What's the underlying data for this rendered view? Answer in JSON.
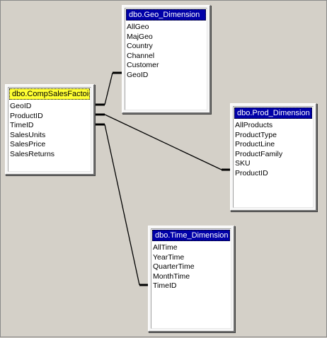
{
  "tables": {
    "fact": {
      "name": "dbo.CompSalesFactoid",
      "fields": [
        "GeoID",
        "ProductID",
        "TimeID",
        "SalesUnits",
        "SalesPrice",
        "SalesReturns"
      ]
    },
    "geo": {
      "name": "dbo.Geo_Dimension",
      "fields": [
        "AllGeo",
        "MajGeo",
        "Country",
        "Channel",
        "Customer",
        "GeoID"
      ]
    },
    "prod": {
      "name": "dbo.Prod_Dimension",
      "fields": [
        "AllProducts",
        "ProductType",
        "ProductLine",
        "ProductFamily",
        "SKU",
        "ProductID"
      ]
    },
    "time": {
      "name": "dbo.Time_Dimension",
      "fields": [
        "AllTime",
        "YearTime",
        "QuarterTime",
        "MonthTime",
        "TimeID"
      ]
    }
  },
  "colors": {
    "background": "#d4d0c8",
    "title_bar": "#0000a8",
    "fact_title_bar": "#ffff33",
    "link": "#000000"
  },
  "relationships": [
    {
      "from_table": "fact",
      "from_field": "GeoID",
      "to_table": "geo",
      "to_field": "GeoID"
    },
    {
      "from_table": "fact",
      "from_field": "ProductID",
      "to_table": "prod",
      "to_field": "ProductID"
    },
    {
      "from_table": "fact",
      "from_field": "TimeID",
      "to_table": "time",
      "to_field": "TimeID"
    }
  ]
}
